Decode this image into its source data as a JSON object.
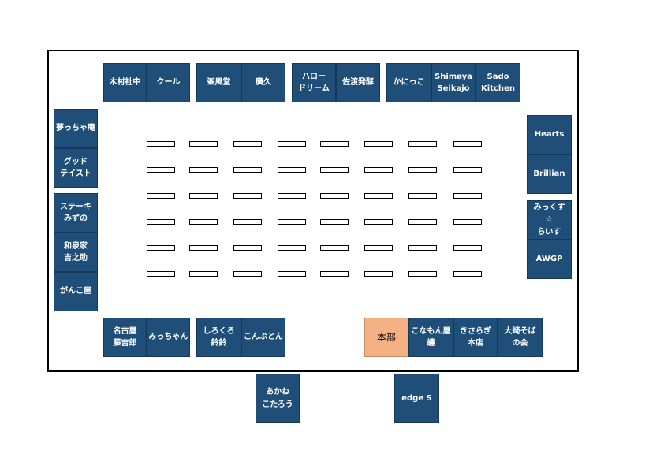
{
  "booths": {
    "top": [
      "木村社中",
      "クール",
      "峯風堂",
      "廣久",
      "ハロー\nドリーム",
      "佐渡発酵",
      "かにっこ",
      "Shimaya\nSeikajo",
      "Sado\nKitchen"
    ],
    "left": [
      "夢っちゃ庵",
      "グッド\nテイスト",
      "ステーキ\nみずの",
      "和泉家\n吉之助",
      "がんこ屋"
    ],
    "right": [
      "Hearts",
      "Brillian",
      "みっくす\n☆\nらいす",
      "AWGP"
    ],
    "bottom": [
      "名古屋\n藤吉郎",
      "みっちゃん",
      "しろくろ\n鈴鈴",
      "こんぷとん",
      "本部",
      "こなもん屋\n纏",
      "きさらぎ\n本店",
      "大崎そば\nの会"
    ],
    "outside": [
      "あかね\nこたろう",
      "edge S"
    ]
  },
  "seating": {
    "rows": 6,
    "columns": 8
  },
  "colors": {
    "booth": "#1f4e79",
    "headquarters": "#f4b183",
    "border": "#000000"
  }
}
